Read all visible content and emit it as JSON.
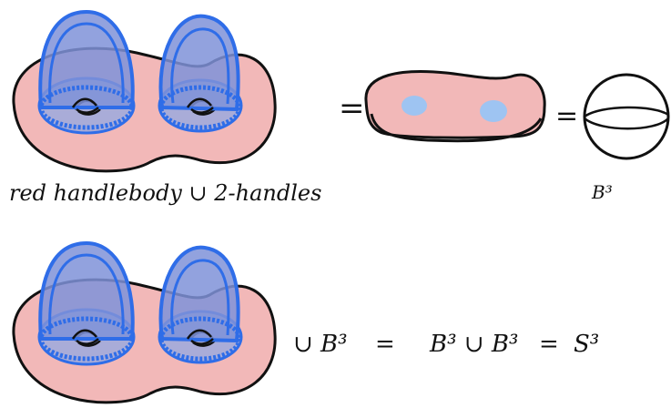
{
  "colors": {
    "handlebody_fill": "#f2b8b8",
    "handle_fill": "#8f9fd6",
    "handle_stroke": "#2f6de8",
    "disk_fill": "#9ec4f2",
    "outline": "#111111"
  },
  "row1": {
    "caption": "red handlebody ∪ 2-handles",
    "eq1": "=",
    "eq2": "=",
    "ball_label": "B³"
  },
  "row2": {
    "expr_union": "∪",
    "expr_b3": "B³",
    "eq1": "=",
    "expr_rhs": "B³ ∪ B³",
    "eq2": "=",
    "expr_s3": "S³"
  }
}
